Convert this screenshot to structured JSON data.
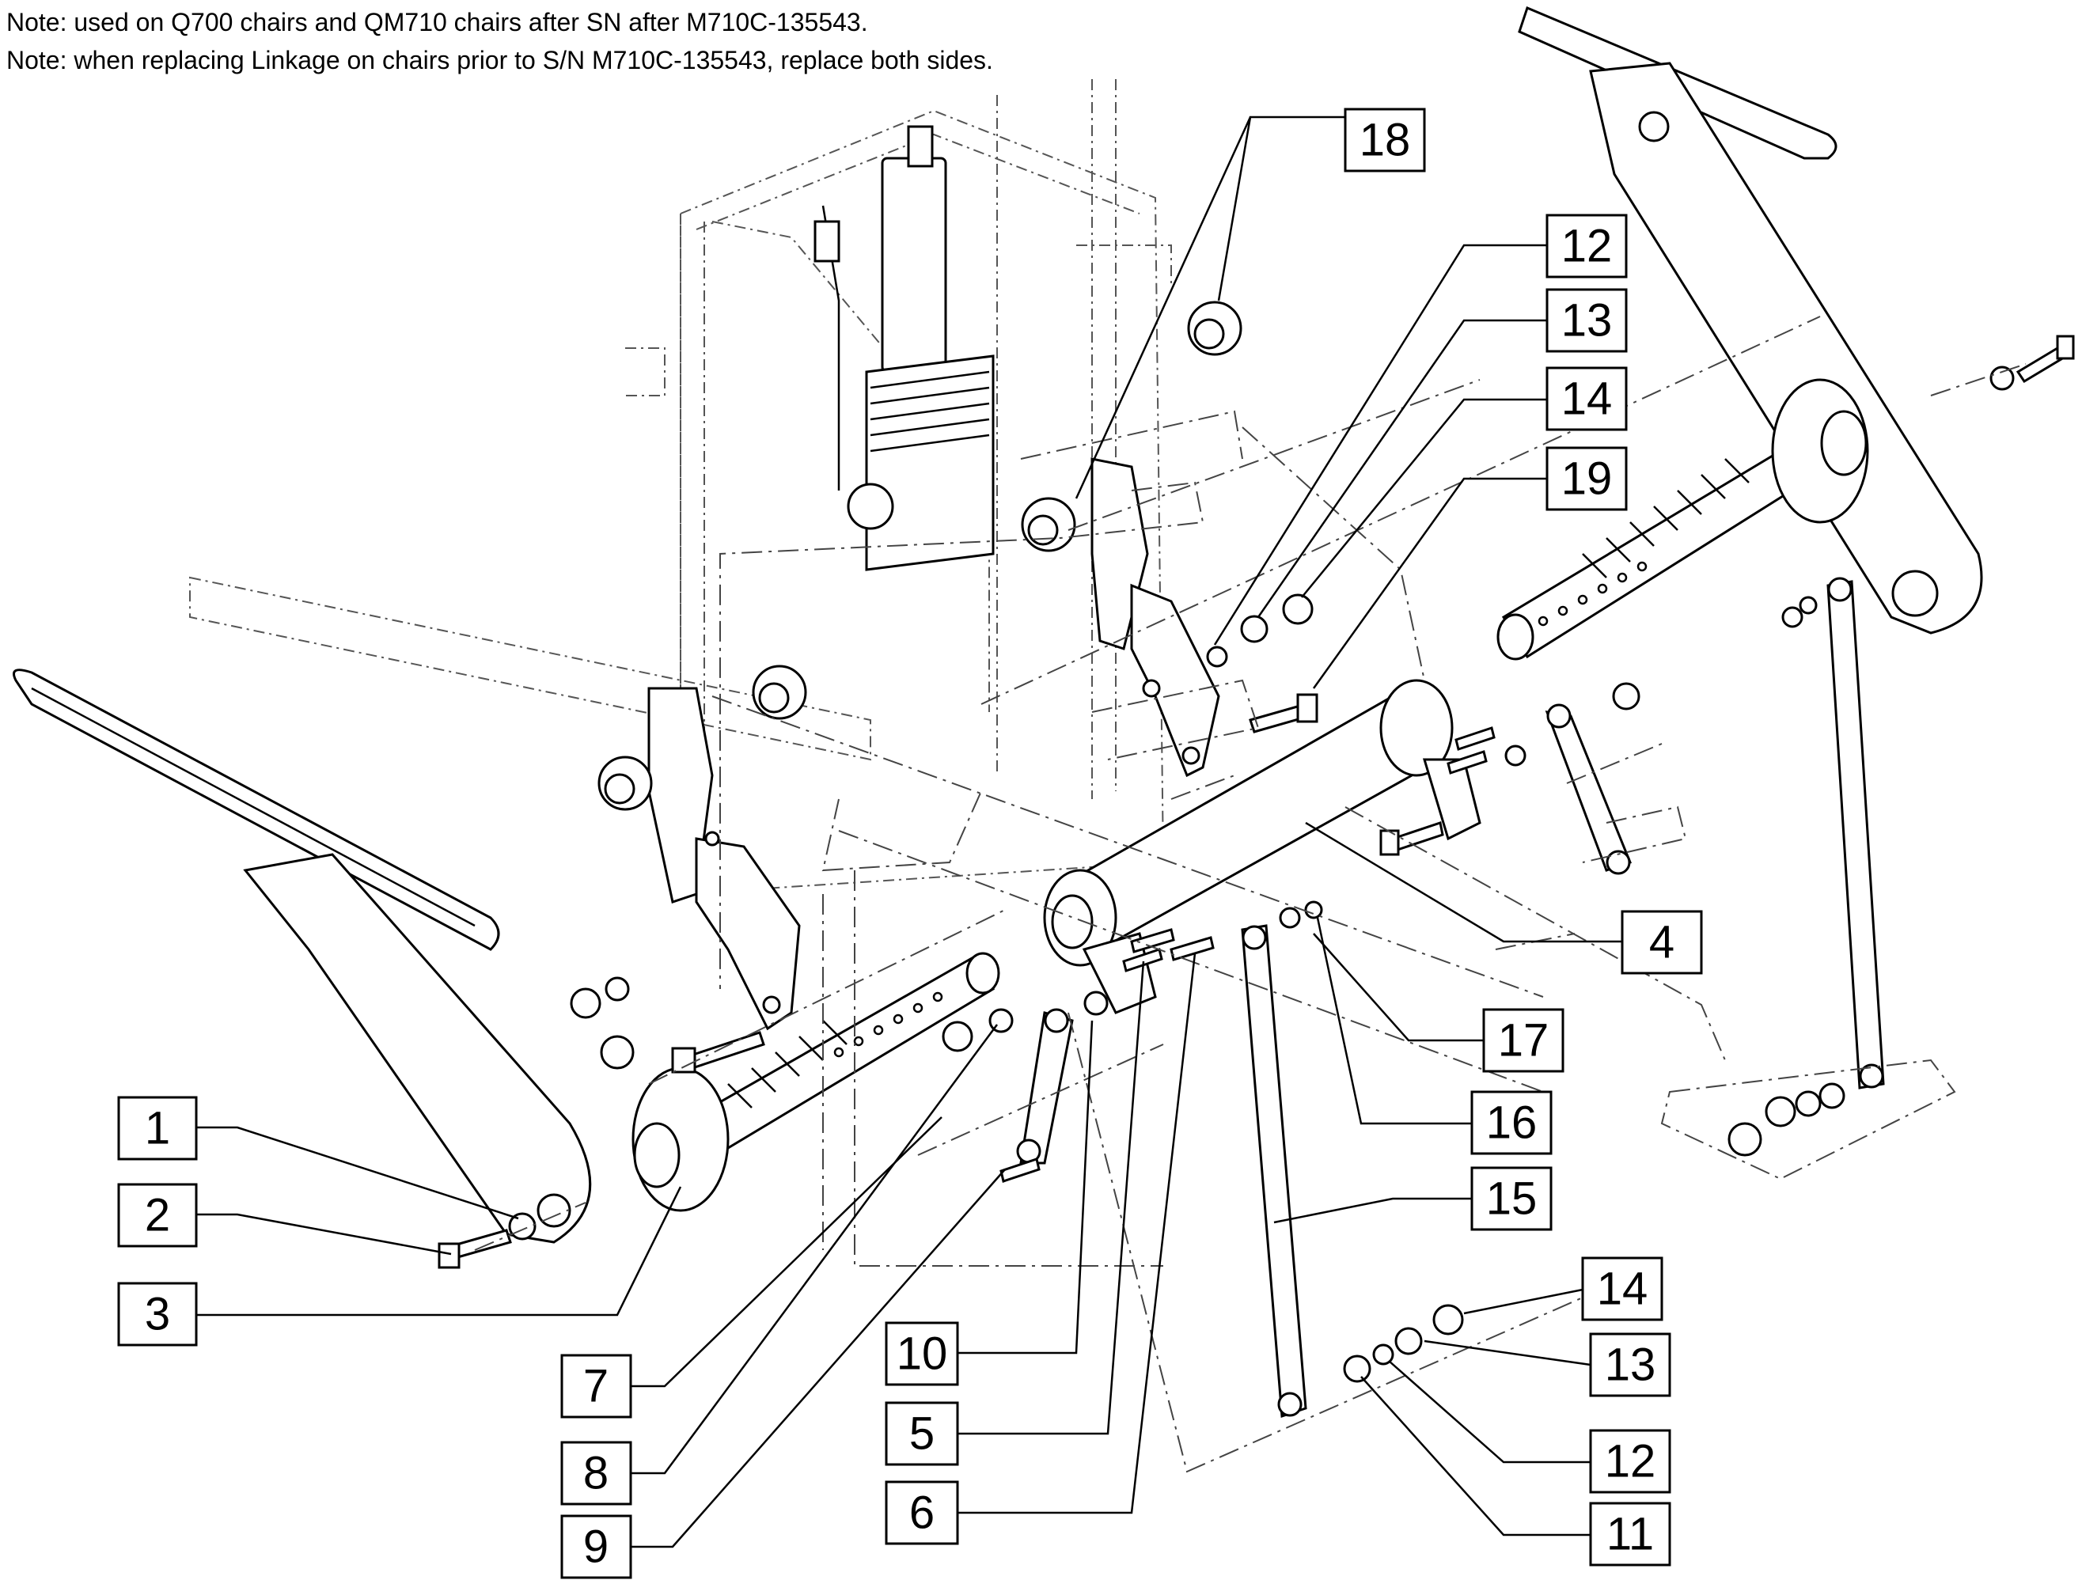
{
  "notes": [
    "Note: used on Q700 chairs and QM710 chairs after SN after M710C-135543.",
    "Note: when replacing Linkage on chairs prior to S/N M710C-135543, replace both sides."
  ],
  "callouts": [
    {
      "id": "c1",
      "label": "1"
    },
    {
      "id": "c2",
      "label": "2"
    },
    {
      "id": "c3",
      "label": "3"
    },
    {
      "id": "c4",
      "label": "4"
    },
    {
      "id": "c5",
      "label": "5"
    },
    {
      "id": "c6",
      "label": "6"
    },
    {
      "id": "c7",
      "label": "7"
    },
    {
      "id": "c8",
      "label": "8"
    },
    {
      "id": "c9",
      "label": "9"
    },
    {
      "id": "c10",
      "label": "10"
    },
    {
      "id": "c11",
      "label": "11"
    },
    {
      "id": "c12a",
      "label": "12"
    },
    {
      "id": "c12b",
      "label": "12"
    },
    {
      "id": "c13a",
      "label": "13"
    },
    {
      "id": "c13b",
      "label": "13"
    },
    {
      "id": "c14a",
      "label": "14"
    },
    {
      "id": "c14b",
      "label": "14"
    },
    {
      "id": "c15",
      "label": "15"
    },
    {
      "id": "c16",
      "label": "16"
    },
    {
      "id": "c17",
      "label": "17"
    },
    {
      "id": "c18",
      "label": "18"
    },
    {
      "id": "c19",
      "label": "19"
    }
  ]
}
